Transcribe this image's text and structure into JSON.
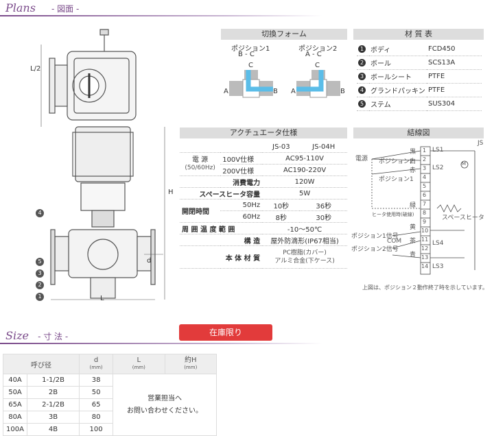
{
  "plans": {
    "title": "Plans",
    "subtitle": "- 図面 -"
  },
  "size_section": {
    "title": "Size",
    "subtitle": "- 寸 法 -"
  },
  "stock_button": "在庫限り",
  "drawing": {
    "label_l2": "L/2",
    "label_h": "H",
    "label_d": "d",
    "label_l": "L",
    "callouts": [
      "4",
      "5",
      "3",
      "2",
      "1"
    ]
  },
  "switching_form": {
    "title": "切換フォーム",
    "position1": {
      "name": "ポジション1",
      "ports": "B - C",
      "top": "C",
      "left": "A",
      "right": "B"
    },
    "position2": {
      "name": "ポジション2",
      "ports": "A - C",
      "top": "C",
      "left": "A",
      "right": "B"
    }
  },
  "materials": {
    "title": "材 質 表",
    "rows": [
      {
        "num": "1",
        "part": "ボディ",
        "material": "FCD450"
      },
      {
        "num": "2",
        "part": "ボール",
        "material": "SCS13A"
      },
      {
        "num": "3",
        "part": "ボールシート",
        "material": "PTFE"
      },
      {
        "num": "4",
        "part": "グランドパッキン",
        "material": "PTFE"
      },
      {
        "num": "5",
        "part": "ステム",
        "material": "SUS304"
      }
    ]
  },
  "actuator": {
    "title": "アクチュエータ仕様",
    "col1": "JS-03",
    "col2": "JS-04H",
    "power_label": "電 源",
    "power_sub": "(50/60Hz)",
    "v100_label": "100V仕様",
    "v100_value": "AC95-110V",
    "v200_label": "200V仕様",
    "v200_value": "AC190-220V",
    "consumption_label": "消費電力",
    "consumption_value": "120W",
    "heater_label": "スペースヒータ容量",
    "heater_value": "5W",
    "time_label": "開閉時間",
    "hz50_label": "50Hz",
    "hz50_js03": "10秒",
    "hz50_js04": "36秒",
    "hz60_label": "60Hz",
    "hz60_js03": "8秒",
    "hz60_js04": "30秒",
    "temp_label": "周 囲 温 度 範 囲",
    "temp_value": "-10〜50℃",
    "structure_label": "構 造",
    "structure_value": "屋外防滴形(IP67相当)",
    "body_label": "本 体 材 質",
    "body_value1": "PC樹脂(カバー)",
    "body_value2": "アルミ合金(下ケース)"
  },
  "wiring": {
    "title": "結線図",
    "corner": "JS",
    "power": "電源",
    "pos2": "ポジション2",
    "pos1": "ポジション1",
    "black": "黒",
    "white": "白",
    "red": "赤",
    "green": "緑",
    "heater_note": "ヒータ使用時(破線)",
    "space_heater": "スペースヒータ",
    "yellow": "黄",
    "tea": "茶",
    "blue": "青",
    "pos1_signal": "ポジション1信号",
    "com": "COM",
    "pos2_signal": "ポジション2信号",
    "ls1": "LS1",
    "ls2": "LS2",
    "ls3": "LS3",
    "ls4": "LS4",
    "terminals": [
      "1",
      "2",
      "3",
      "4",
      "5",
      "6",
      "7",
      "8",
      "9",
      "10",
      "11",
      "12",
      "13",
      "14"
    ],
    "motor": "M",
    "note": "上図は、ポジション２動作終了時を示しています。"
  },
  "size_table": {
    "headers": [
      {
        "main": "呼び径",
        "unit": ""
      },
      {
        "main": "d",
        "unit": "(mm)"
      },
      {
        "main": "L",
        "unit": "(mm)"
      },
      {
        "main": "約H",
        "unit": "(mm)"
      }
    ],
    "rows": [
      {
        "a": "40A",
        "b": "1-1/2B",
        "d": "38"
      },
      {
        "a": "50A",
        "b": "2B",
        "d": "50"
      },
      {
        "a": "65A",
        "b": "2-1/2B",
        "d": "65"
      },
      {
        "a": "80A",
        "b": "3B",
        "d": "80"
      },
      {
        "a": "100A",
        "b": "4B",
        "d": "100"
      }
    ],
    "merged_line1": "営業担当へ",
    "merged_line2": "お問い合わせください。"
  },
  "colors": {
    "accent": "#7a4a8a",
    "red": "#e23b3b",
    "water": "#5bbde8"
  }
}
